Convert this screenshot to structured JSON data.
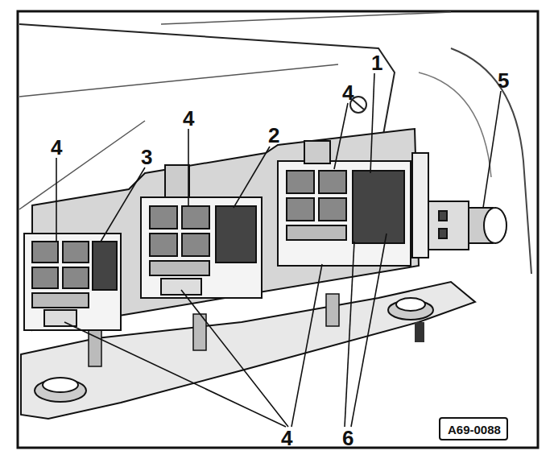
{
  "diagram": {
    "nodes": [
      {
        "text": [
          "A69-0088"
        ]
      }
    ],
    "labels": [
      "4",
      "3",
      "4",
      "2",
      "4",
      "1",
      "5",
      "4",
      "6"
    ]
  }
}
